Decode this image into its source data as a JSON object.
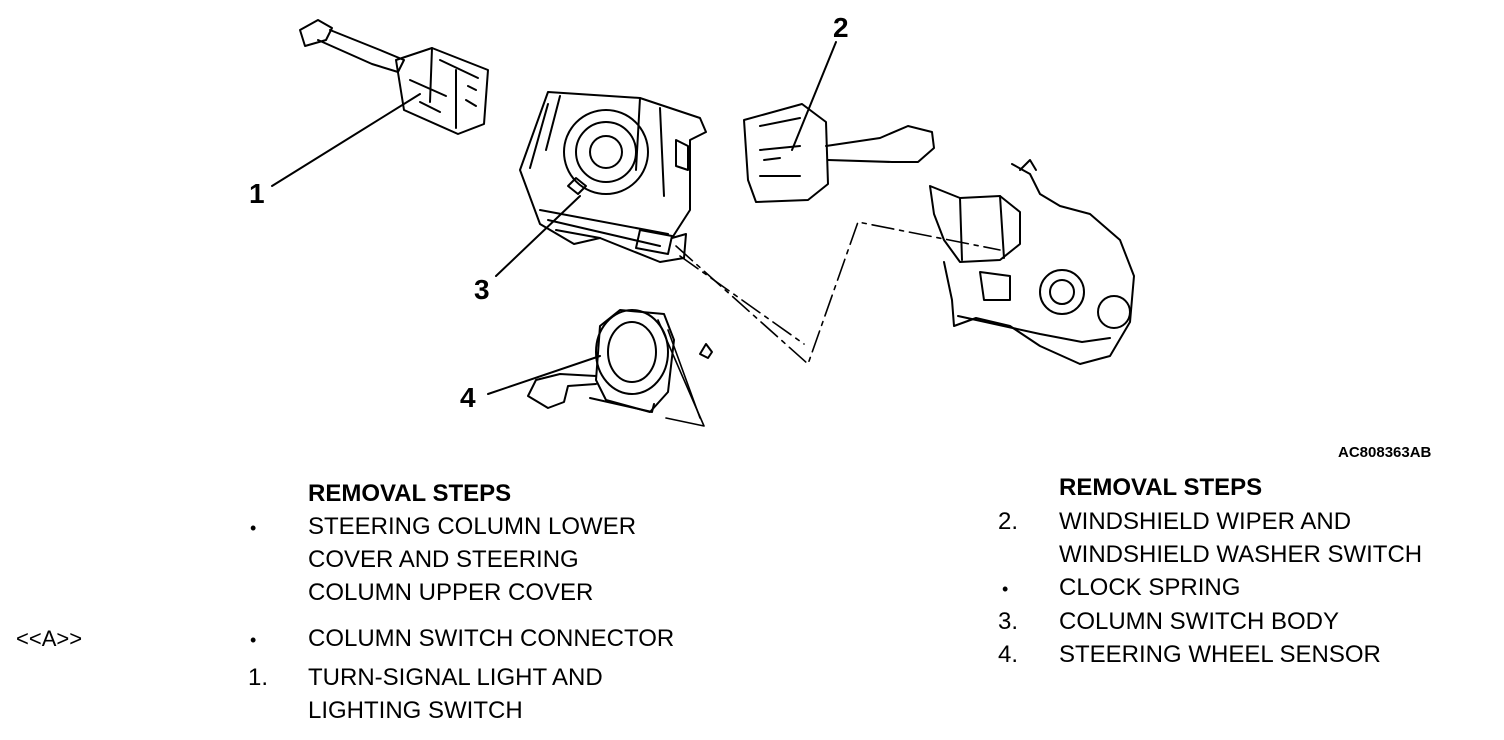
{
  "diagram": {
    "figure_code": "AC808363AB",
    "callouts": [
      "1",
      "2",
      "3",
      "4"
    ]
  },
  "left_column": {
    "heading": "REMOVAL STEPS",
    "reference_mark": "<<A>>",
    "steps": [
      {
        "marker": "•",
        "lines": [
          "STEERING COLUMN LOWER",
          "COVER AND STEERING",
          "COLUMN UPPER COVER"
        ]
      },
      {
        "marker": "•",
        "lines": [
          "COLUMN SWITCH CONNECTOR"
        ]
      },
      {
        "marker": "1.",
        "lines": [
          "TURN-SIGNAL LIGHT AND",
          "LIGHTING SWITCH"
        ]
      }
    ]
  },
  "right_column": {
    "heading": "REMOVAL STEPS",
    "steps": [
      {
        "marker": "2.",
        "lines": [
          "WINDSHIELD WIPER AND",
          "WINDSHIELD WASHER SWITCH"
        ]
      },
      {
        "marker": "•",
        "lines": [
          "CLOCK SPRING"
        ]
      },
      {
        "marker": "3.",
        "lines": [
          "COLUMN SWITCH BODY"
        ]
      },
      {
        "marker": "4.",
        "lines": [
          "STEERING WHEEL SENSOR"
        ]
      }
    ]
  }
}
